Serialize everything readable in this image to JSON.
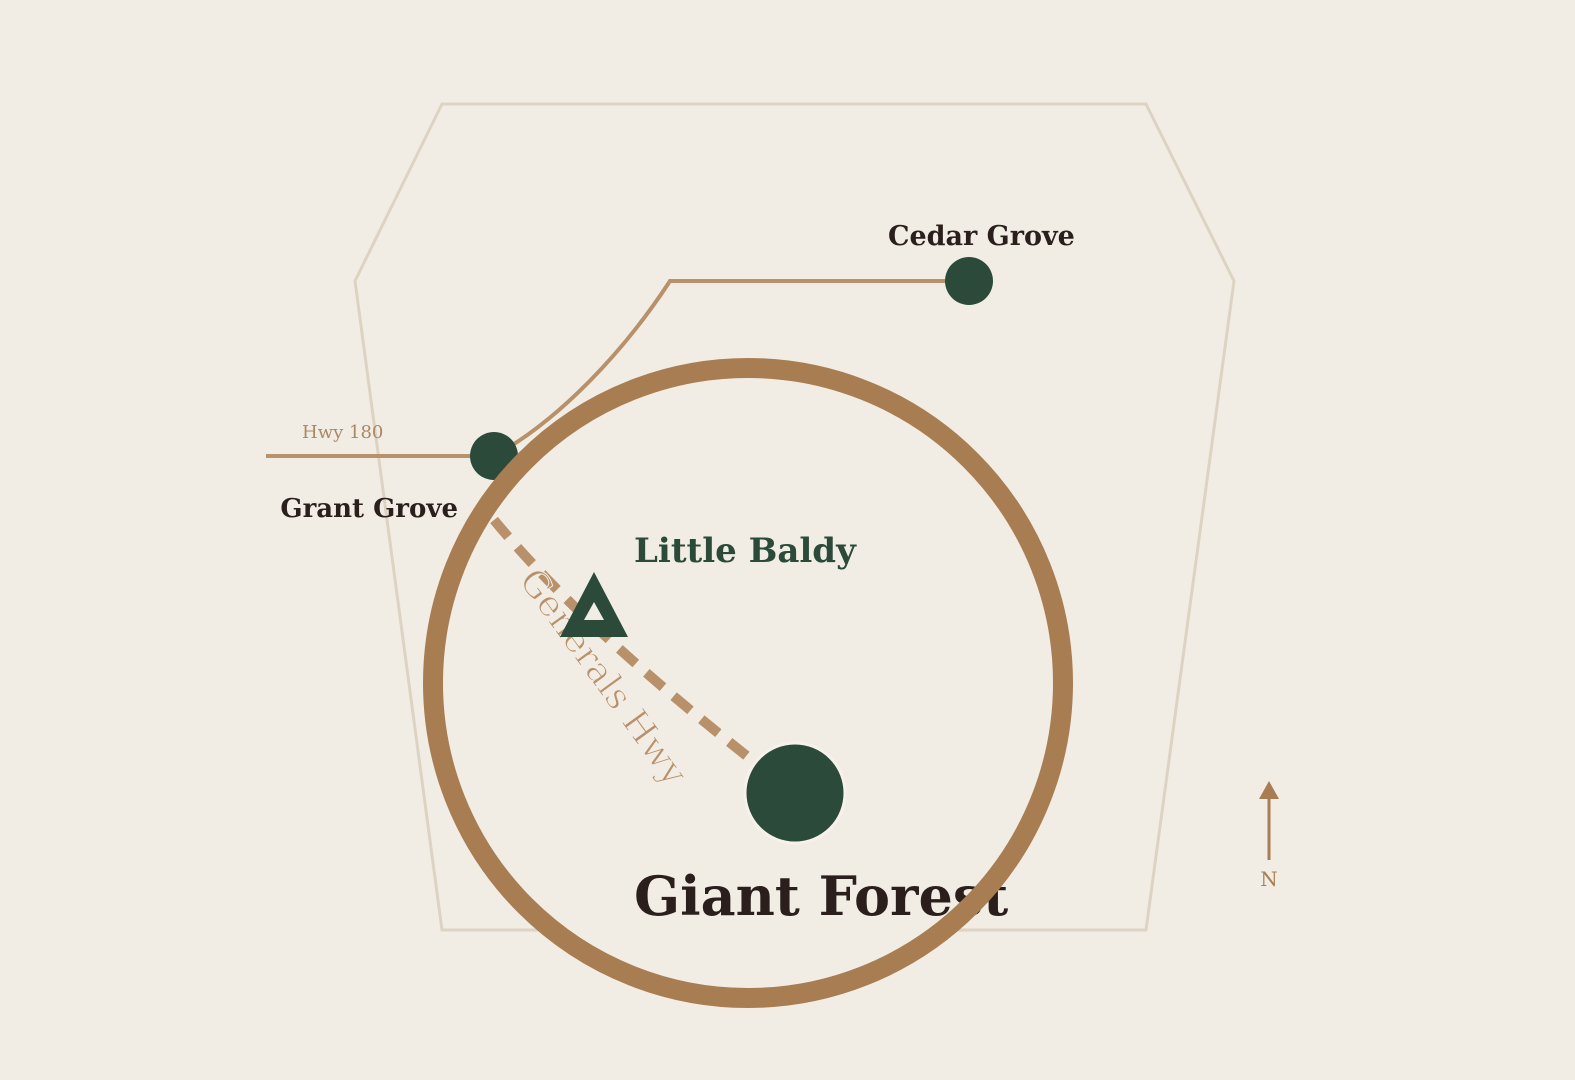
{
  "colors": {
    "background": "#f2ede4",
    "park_boundary": "#ddd3c3",
    "road": "#b8916a",
    "node": "#2b4a3a",
    "lens_ring": "#a87d52",
    "label_dark": "#2a1f1c",
    "label_green": "#2b4a3a"
  },
  "roads": {
    "hwy180": "Hwy 180",
    "generals": "Generals Hwy"
  },
  "places": {
    "cedar_grove": "Cedar Grove",
    "grant_grove": "Grant Grove",
    "little_baldy": "Little Baldy",
    "giant_forest": "Giant Forest"
  },
  "icons": {
    "peak": "triangle-peak-icon",
    "location": "circle-node-icon",
    "north": "north-arrow-icon"
  },
  "compass": {
    "label": "N"
  }
}
